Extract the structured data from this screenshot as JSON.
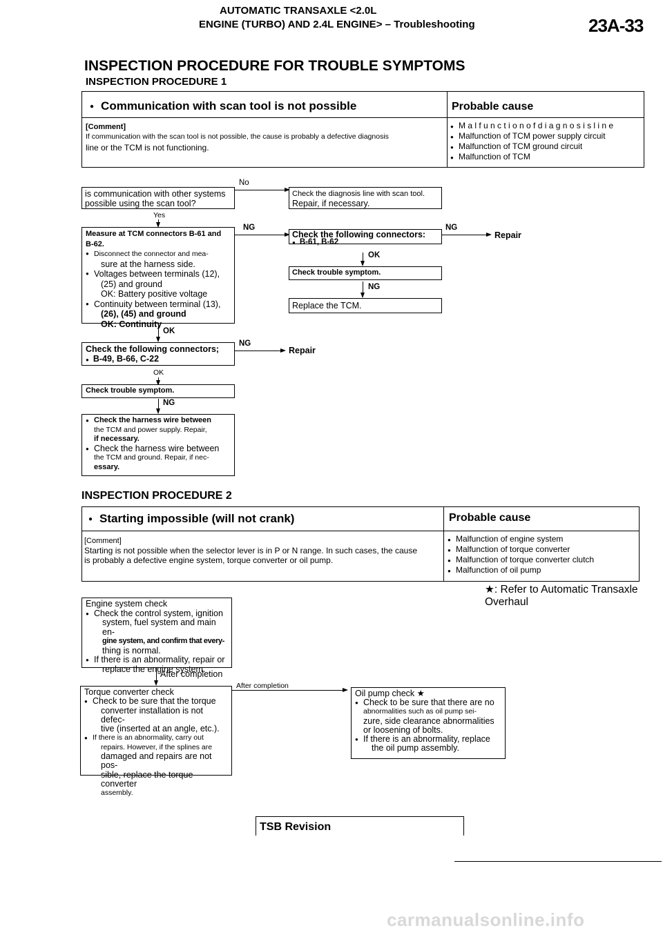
{
  "header": {
    "line1": "AUTOMATIC TRANSAXLE <2.0L",
    "line2": "ENGINE (TURBO) AND 2.4L ENGINE> – Troubleshooting",
    "page_number": "23A-33"
  },
  "main_title": "INSPECTION PROCEDURE FOR TROUBLE SYMPTOMS",
  "proc1": {
    "title": "INSPECTION PROCEDURE 1",
    "symptom": "Communication with scan tool is not possible",
    "probable_cause_heading": "Probable cause",
    "comment_label": "[Comment]",
    "comment_line1": "If communication with the scan tool is not possible, the cause is probably a defective diagnosis",
    "comment_line2": "line or the TCM is not functioning.",
    "causes": [
      "M a l f u n c t i o n  o f  d i a g n o s i s  l i n e",
      "Malfunction of TCM power supply circuit",
      "Malfunction of TCM ground circuit",
      "Malfunction of TCM"
    ],
    "q1": [
      "is communication with other systems",
      "possible using the scan tool?"
    ],
    "no_label": "No",
    "r1": [
      "Check the diagnosis line with scan tool.",
      "Repair, if necessary."
    ],
    "yes_label": "Yes",
    "measure_title": [
      "Measure at TCM connectors B-61 and",
      "B-62."
    ],
    "measure_items": [
      "Disconnect the connector and mea-",
      "sure at the harness side.",
      "Voltages between terminals (12),",
      "(25) and ground",
      "OK: Battery positive voltage",
      "Continuity between terminal (13),",
      "(26), (45) and ground",
      "OK: Continuity"
    ],
    "ng1": "NG",
    "check_conn1_title": "Check the following connectors:",
    "check_conn1_item": "B-61, B-62",
    "ng2": "NG",
    "repair1": "Repair",
    "ok1": "OK",
    "check_sym1": "Check trouble symptom.",
    "ng3": "NG",
    "replace_tcm": "Replace the TCM.",
    "ok2": "OK",
    "check_conn2_title": "Check the following connectors;",
    "check_conn2_item": "B-49, B-66, C-22",
    "ng4": "NG",
    "repair2": "Repair",
    "ok3": "OK",
    "check_sym2": "Check trouble symptom.",
    "ng5": "NG",
    "harness_items": [
      "Check the harness wire between",
      "the TCM and power supply. Repair,",
      "if necessary.",
      "Check the harness wire between",
      "the TCM and ground. Repair, if nec-",
      "essary."
    ]
  },
  "proc2": {
    "title": "INSPECTION PROCEDURE 2",
    "symptom": "Starting impossible (will not crank)",
    "probable_cause_heading": "Probable cause",
    "comment_label": "[Comment]",
    "comment_line1": "Starting is not possible when the selector lever is in P or N range. In such cases, the cause",
    "comment_line2": "is probably a defective engine system, torque converter or oil pump.",
    "causes": [
      "Malfunction of engine system",
      "Malfunction of torque converter",
      "Malfunction of torque converter clutch",
      "Malfunction of oil pump"
    ],
    "refer_note": "★: Refer to Automatic Transaxle Overhaul",
    "engine_check": [
      "Engine system check",
      "Check the control system, ignition",
      "system, fuel system and main en-",
      "gine system, and confirm that every-",
      "thing is normal.",
      "If there is an abnormality, repair or",
      "replace the engine system."
    ],
    "after1": "After completion",
    "torque_check": [
      "Torque converter check",
      "Check to be sure that the torque",
      "converter installation is not defec-",
      "tive (inserted at an angle, etc.).",
      "If there is an abnormality, carry out",
      "repairs. However, if the splines are",
      "damaged and repairs are not pos-",
      "sible, replace the torque converter",
      "assembly."
    ],
    "after2": "After completion",
    "oil_check": [
      "Oil pump check ★",
      "Check to be sure that there are no",
      "abnormalities such as oil pump sei-",
      "zure, side clearance abnormalities",
      "or loosening of bolts.",
      "If there is an abnormality, replace",
      "the oil pump assembly."
    ]
  },
  "footer": {
    "tsb": "TSB Revision",
    "watermark": "carmanualsonline.info"
  }
}
